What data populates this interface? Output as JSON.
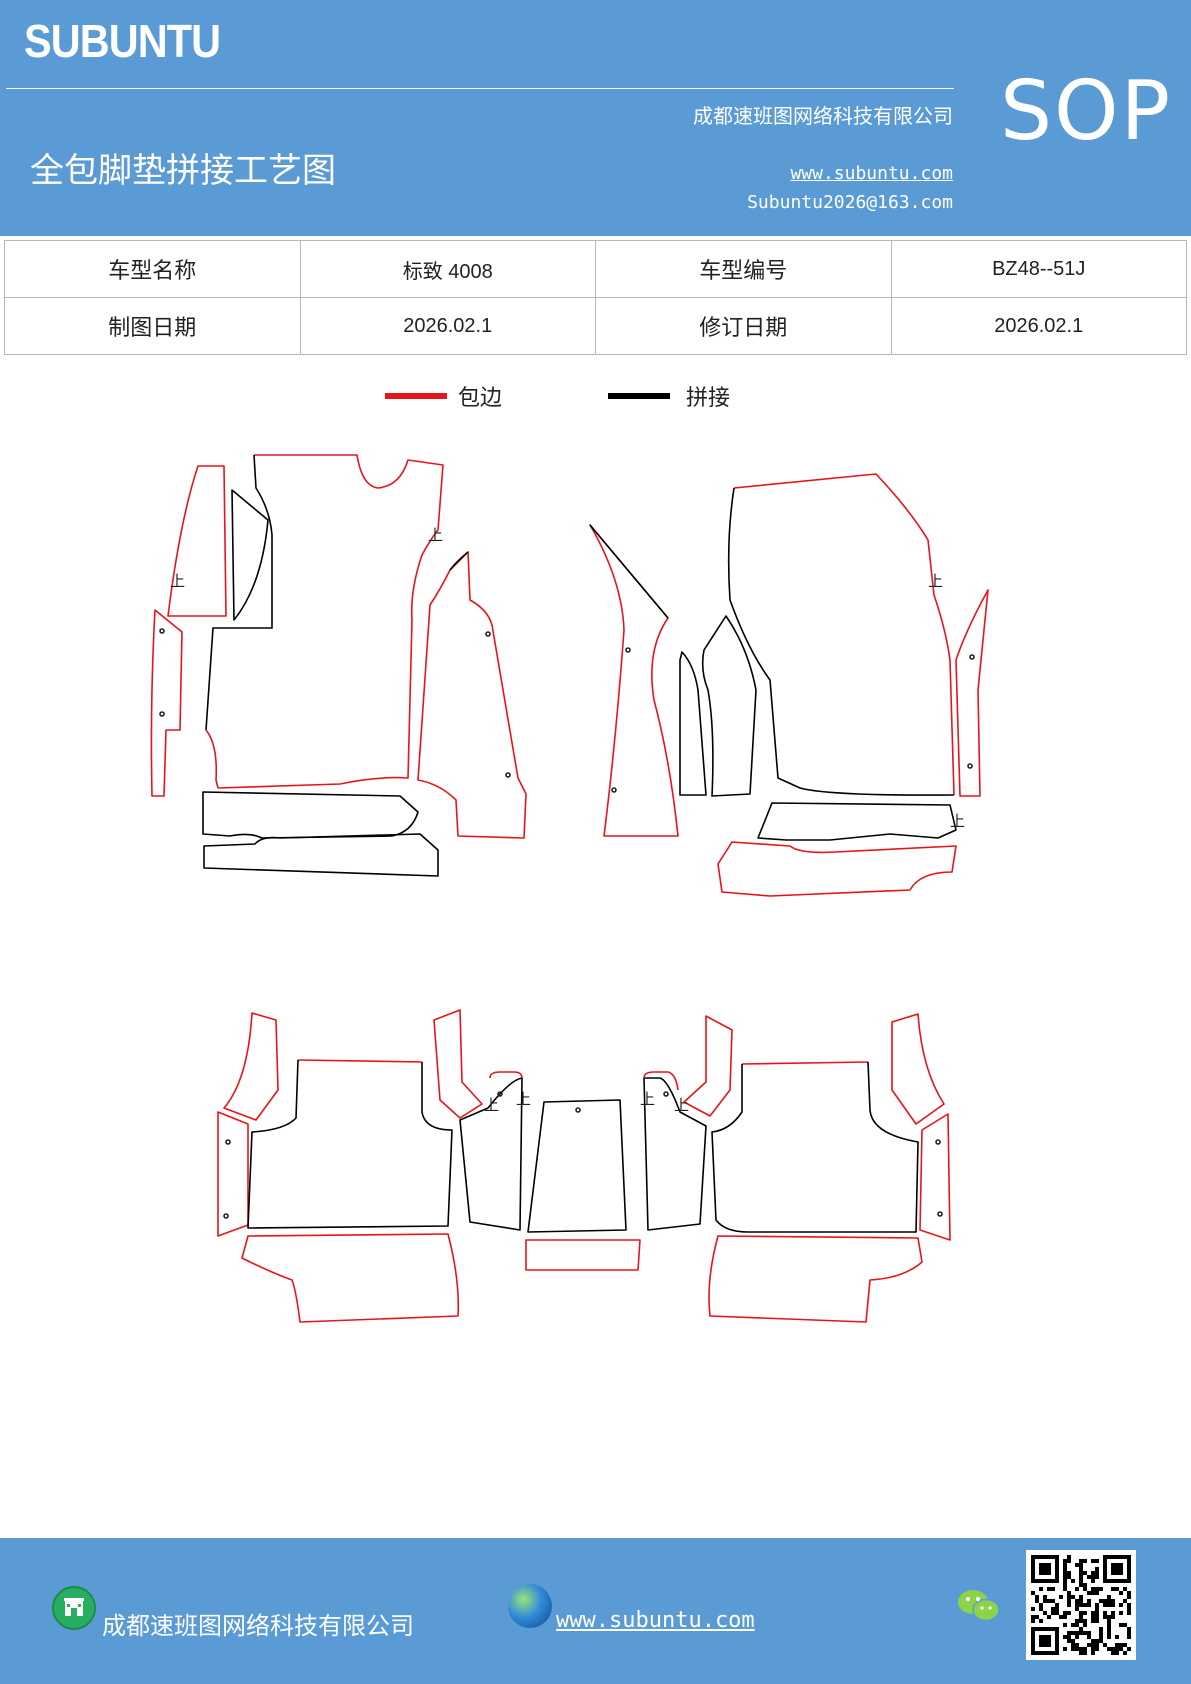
{
  "header": {
    "logo": "SUBUNTU",
    "company": "成都速班图网络科技有限公司",
    "title": "全包脚垫拼接工艺图",
    "website": "www.subuntu.com",
    "email": "Subuntu2026@163.com",
    "badge": "SOP"
  },
  "info_table": {
    "model_name_label": "车型名称",
    "model_name_value": "标致 4008",
    "model_code_label": "车型编号",
    "model_code_value": "BZ48--51J",
    "draw_date_label": "制图日期",
    "draw_date_value": "2026.02.1",
    "revise_date_label": "修订日期",
    "revise_date_value": "2026.02.1"
  },
  "legend": {
    "edge_label": "包边",
    "edge_color": "#e8141a",
    "splice_label": "拼接",
    "splice_color": "#000000"
  },
  "drawing": {
    "up_mark": "上"
  },
  "footer": {
    "company": "成都速班图网络科技有限公司",
    "website": "www.subuntu.com",
    "home_icon": "building-icon",
    "globe_icon": "globe-icon",
    "wechat_icon": "wechat-icon"
  }
}
